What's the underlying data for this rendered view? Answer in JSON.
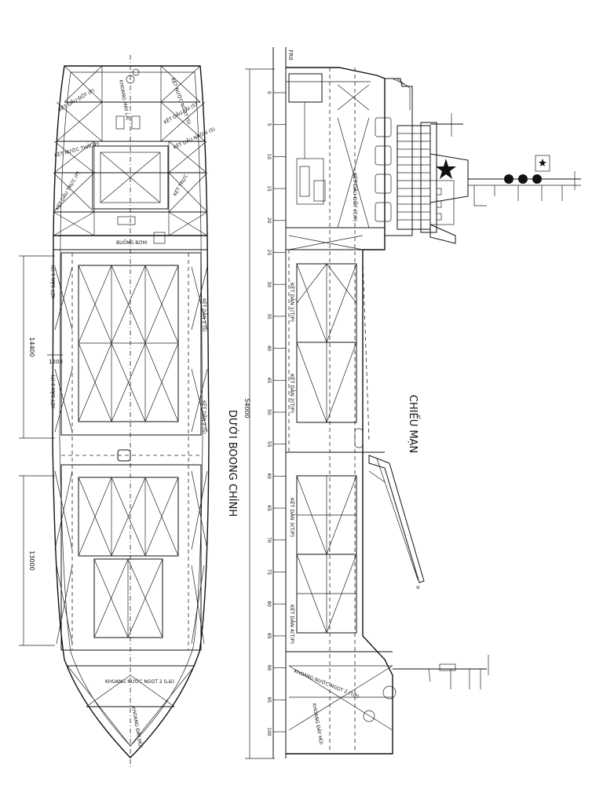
{
  "title_deck": "DƯỚI BOONG CHÍNH",
  "title_side": "CHIẾU MẠN",
  "dims": {
    "overall": "54000",
    "hold1": "14400",
    "hold2": "13000",
    "gap": "1200",
    "fr_label": "FR0"
  },
  "deck_labels": {
    "aft_store": "KHOANG MÁY LÁI",
    "fo_tank_p": "KÉT DẦU ĐỐT (P)",
    "fw_tank_s": "KÉT NƯỚC NGỌT (S)",
    "oil_tank": "KÉT DẦU LÁI (S)",
    "engine_room": "KÉT DẦU TRỰC (P)",
    "lube_tank": "KÉT DẦU NHỜN (S)",
    "fuel_tank": "KÉT NƯỚC THẢI (P)",
    "ballast1_p": "KÉT DẰN 1 (P)",
    "ballast1_s": "KÉT DẰN 1 (S)",
    "ballast2_p": "KÉT DẰN 2 (P)",
    "ballast2_s": "KÉT DẰN 2 (S)",
    "fw_tank_fore": "KHOANG NƯỚC NGỌT 2 (Lái)",
    "fore_store": "KHOANG ĐÁY MŨI",
    "stair_room": "BUỒNG BƠM",
    "small_tank": "KÉT TRỰC"
  },
  "side_labels": {
    "t1": "KÉT DẦU ĐỐT (T/P)",
    "t2": "KÉT DẰN 1(T/P)",
    "t3": "KÉT DẰN 2(T/P)",
    "t4": "KÉT DẰN 3(T/P)",
    "t5": "KÉT DẰN 4(T/P)",
    "fore1": "KHOANG NƯỚC NGỌT 2 (T/P)",
    "fore2": "KHOANG ĐÁY MŨI"
  },
  "frames": [
    "0",
    "5",
    "10",
    "15",
    "20",
    "25",
    "30",
    "35",
    "40",
    "45",
    "50",
    "55",
    "60",
    "65",
    "70",
    "75",
    "80",
    "85",
    "90",
    "95",
    "100"
  ],
  "crane_label": "SI"
}
